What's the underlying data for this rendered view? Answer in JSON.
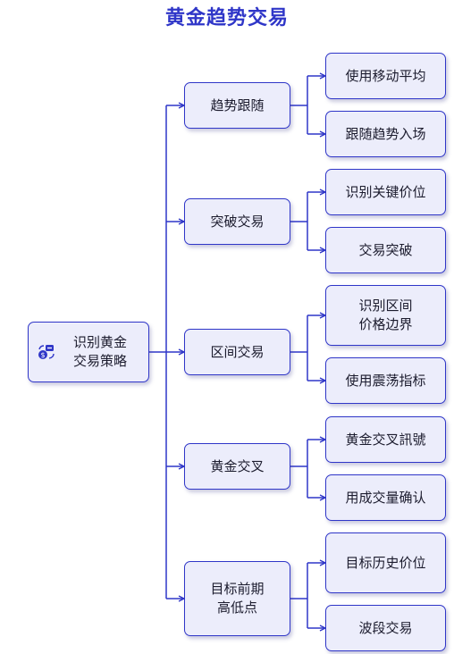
{
  "title": "黄金趋势交易",
  "colors": {
    "accent": "#2f36c8",
    "node_fill": "#ecedfb",
    "text": "#1c1c2e"
  },
  "root": {
    "label": "识别黄金\n交易策略",
    "icon": "money-exchange-icon"
  },
  "branches": [
    {
      "label": "趋势跟随",
      "children": [
        "使用移动平均",
        "跟随趋势入场"
      ]
    },
    {
      "label": "突破交易",
      "children": [
        "识别关键价位",
        "交易突破"
      ]
    },
    {
      "label": "区间交易",
      "children": [
        "识别区间\n价格边界",
        "使用震荡指标"
      ]
    },
    {
      "label": "黄金交叉",
      "children": [
        "黄金交叉訊號",
        "用成交量确认"
      ]
    },
    {
      "label": "目标前期\n高低点",
      "children": [
        "目标历史价位",
        "波段交易"
      ]
    }
  ]
}
